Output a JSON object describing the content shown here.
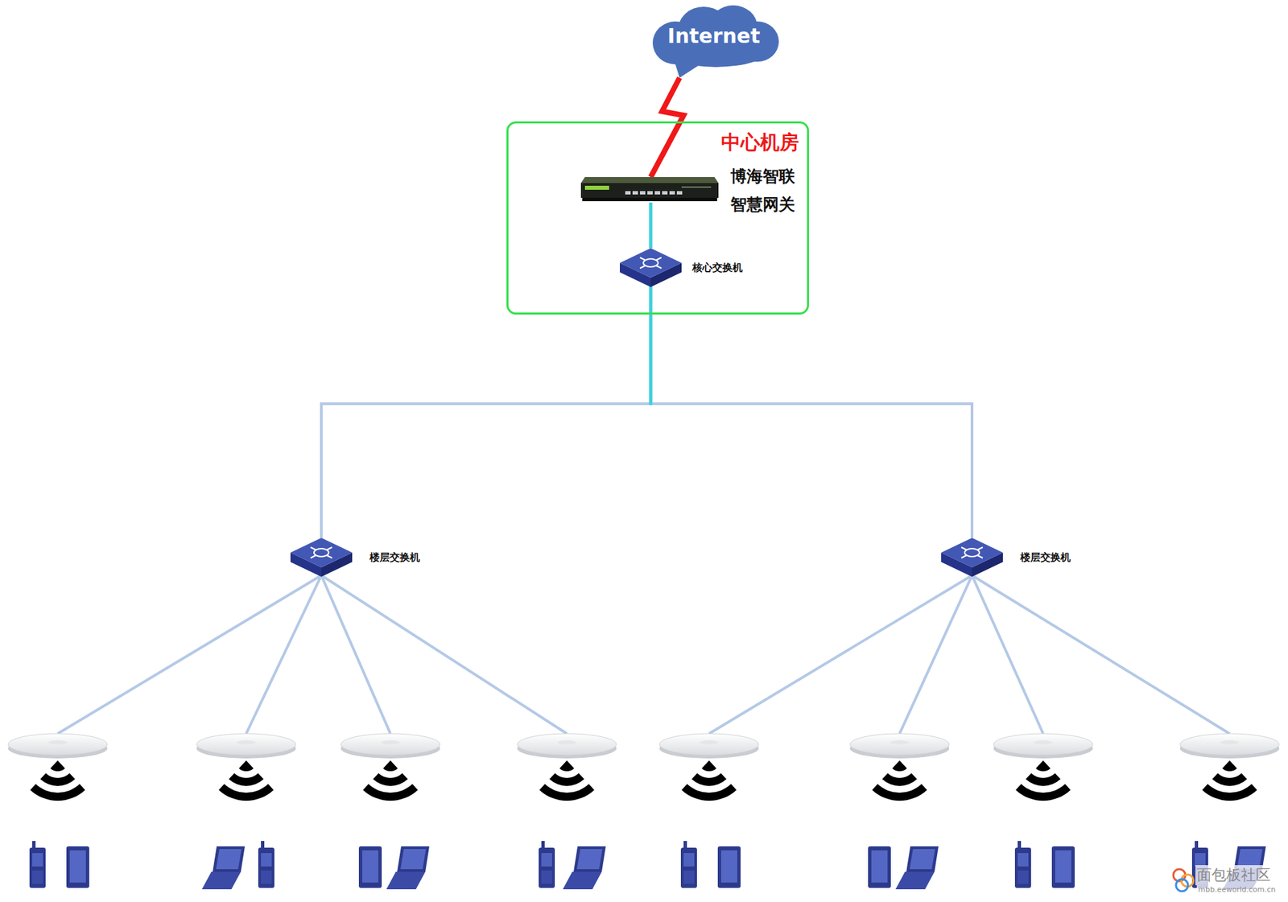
{
  "diagram": {
    "nodes": [
      {
        "text": [
          "Internet"
        ]
      },
      {
        "text": [
          "中心机房"
        ]
      },
      {
        "text": [
          "博海智联 智慧网关"
        ],
        "in": 1
      },
      {
        "text": [
          "核心交换机"
        ],
        "in": 1
      },
      {
        "text": [
          "楼层交换机"
        ]
      },
      {
        "text": [
          "楼层交换机"
        ]
      }
    ],
    "edges": [
      {
        "from": 0,
        "to": 2,
        "arrow": "none"
      },
      {
        "from": 2,
        "to": 3,
        "arrow": "none"
      },
      {
        "from": 3,
        "to": 4,
        "arrow": "none"
      },
      {
        "from": 3,
        "to": 5,
        "arrow": "none"
      }
    ],
    "labels": [
      "面包板社区",
      "mbb.eeworld.com.cn"
    ]
  }
}
